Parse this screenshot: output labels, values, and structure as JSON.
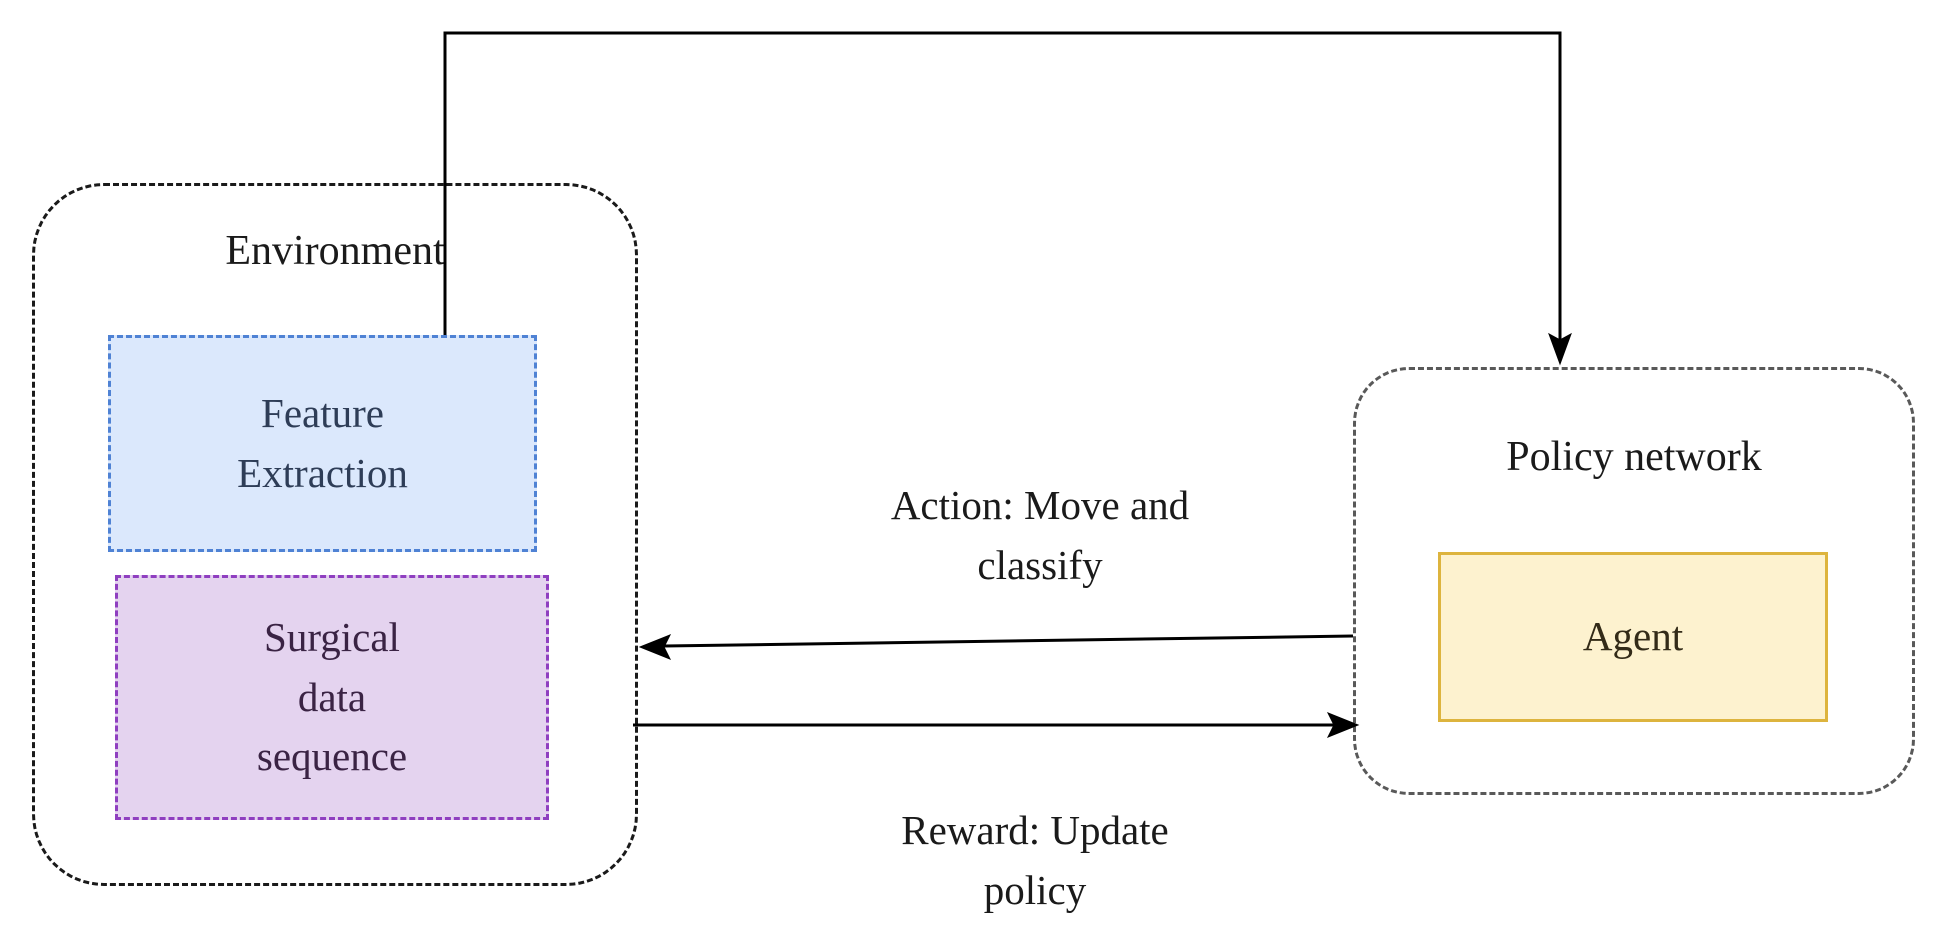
{
  "environment": {
    "title": "Environment"
  },
  "feature_extraction": {
    "lines": [
      "Feature",
      "Extraction"
    ]
  },
  "surgical_data": {
    "lines": [
      "Surgical",
      "data",
      "sequence"
    ]
  },
  "policy_network": {
    "title": "Policy network"
  },
  "agent": {
    "label": "Agent"
  },
  "edges": {
    "action": {
      "lines": [
        "Action: Move and",
        "classify"
      ]
    },
    "reward": {
      "lines": [
        "Reward: Update",
        "policy"
      ]
    },
    "state_feedback": {
      "label": ""
    }
  },
  "colors": {
    "environment_border": "#1a1a1a",
    "policy_border": "#595959",
    "feature_fill": "#dbe8fc",
    "feature_border": "#4f82d4",
    "surgical_fill": "#e4d3ef",
    "surgical_border": "#8f3fc0",
    "agent_fill": "#fdf2cf",
    "agent_border": "#ddb43e",
    "arrow": "#000000",
    "label_text": "#1a1a1a"
  }
}
